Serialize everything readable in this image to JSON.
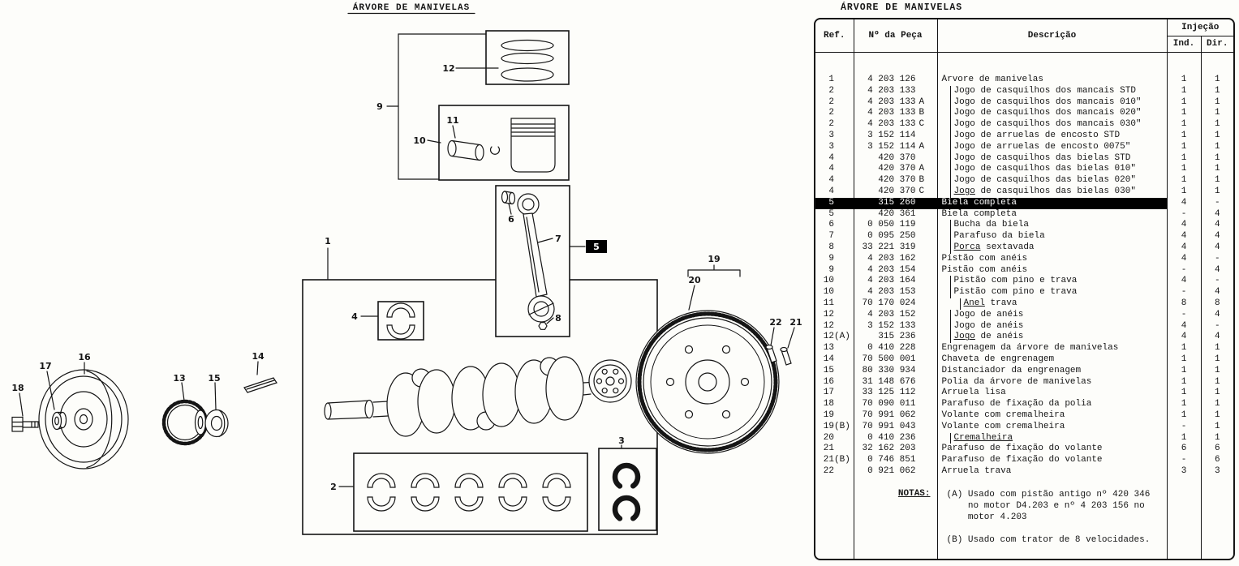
{
  "page": {
    "paper": "#fdfdfa",
    "ink": "#151515",
    "highlight": "#000000"
  },
  "diagram": {
    "title": "ÁRVORE DE MANIVELAS",
    "callouts": [
      "1",
      "2",
      "3",
      "4",
      "5",
      "6",
      "7",
      "8",
      "9",
      "10",
      "11",
      "12",
      "13",
      "14",
      "15",
      "16",
      "17",
      "18",
      "19",
      "20",
      "21",
      "22"
    ]
  },
  "table": {
    "title": "ÁRVORE DE MANIVELAS",
    "headers": {
      "ref": "Ref.",
      "part": "Nº da Peça",
      "desc": "Descrição",
      "inj": "Injeção",
      "ind": "Ind.",
      "dir": "Dir."
    },
    "rows": [
      {
        "ref": "1",
        "rsfx": "",
        "num": "4 203 126",
        "sfx": "",
        "desc": "Árvore de manivelas",
        "ind": "1",
        "dir": "1",
        "indent": 0
      },
      {
        "ref": "2",
        "rsfx": "",
        "num": "4 203 133",
        "sfx": "",
        "desc": "Jogo de casquilhos dos mancais STD",
        "ind": "1",
        "dir": "1",
        "indent": 1
      },
      {
        "ref": "2",
        "rsfx": "",
        "num": "4 203 133",
        "sfx": "A",
        "desc": "Jogo de casquilhos dos mancais 010\"",
        "ind": "1",
        "dir": "1",
        "indent": 1
      },
      {
        "ref": "2",
        "rsfx": "",
        "num": "4 203 133",
        "sfx": "B",
        "desc": "Jogo de casquilhos dos mancais 020\"",
        "ind": "1",
        "dir": "1",
        "indent": 1
      },
      {
        "ref": "2",
        "rsfx": "",
        "num": "4 203 133",
        "sfx": "C",
        "desc": "Jogo de casquilhos dos mancais 030\"",
        "ind": "1",
        "dir": "1",
        "indent": 1
      },
      {
        "ref": "3",
        "rsfx": "",
        "num": "3 152 114",
        "sfx": "",
        "desc": "Jogo de arruelas de encosto STD",
        "ind": "1",
        "dir": "1",
        "indent": 1
      },
      {
        "ref": "3",
        "rsfx": "",
        "num": "3 152 114",
        "sfx": "A",
        "desc": "Jogo de arruelas de encosto 0075\"",
        "ind": "1",
        "dir": "1",
        "indent": 1
      },
      {
        "ref": "4",
        "rsfx": "",
        "num": "420 370",
        "sfx": "",
        "desc": "Jogo de casquilhos das bielas STD",
        "ind": "1",
        "dir": "1",
        "indent": 1
      },
      {
        "ref": "4",
        "rsfx": "",
        "num": "420 370",
        "sfx": "A",
        "desc": "Jogo de casquilhos das bielas 010\"",
        "ind": "1",
        "dir": "1",
        "indent": 1
      },
      {
        "ref": "4",
        "rsfx": "",
        "num": "420 370",
        "sfx": "B",
        "desc": "Jogo de casquilhos das bielas 020\"",
        "ind": "1",
        "dir": "1",
        "indent": 1
      },
      {
        "ref": "4",
        "rsfx": "",
        "num": "420 370",
        "sfx": "C",
        "desc": "Jogo de casquilhos das bielas 030\"",
        "ind": "1",
        "dir": "1",
        "indent": 1,
        "u": true
      },
      {
        "ref": "5",
        "rsfx": "",
        "num": "315 260",
        "sfx": "",
        "desc": "Biela completa",
        "ind": "4",
        "dir": "-",
        "indent": 0,
        "sel": true
      },
      {
        "ref": "5",
        "rsfx": "",
        "num": "420 361",
        "sfx": "",
        "desc": "Biela completa",
        "ind": "-",
        "dir": "4",
        "indent": 0
      },
      {
        "ref": "6",
        "rsfx": "",
        "num": "0 050 119",
        "sfx": "",
        "desc": "Bucha da biela",
        "ind": "4",
        "dir": "4",
        "indent": 1
      },
      {
        "ref": "7",
        "rsfx": "",
        "num": "0 095 250",
        "sfx": "",
        "desc": "Parafuso da biela",
        "ind": "4",
        "dir": "4",
        "indent": 1
      },
      {
        "ref": "8",
        "rsfx": "",
        "num": "33 221 319",
        "sfx": "",
        "desc": "Porca sextavada",
        "ind": "4",
        "dir": "4",
        "indent": 1,
        "u": true
      },
      {
        "ref": "9",
        "rsfx": "",
        "num": "4 203 162",
        "sfx": "",
        "desc": "Pistão com anéis",
        "ind": "4",
        "dir": "-",
        "indent": 0
      },
      {
        "ref": "9",
        "rsfx": "",
        "num": "4 203 154",
        "sfx": "",
        "desc": "Pistão com anéis",
        "ind": "-",
        "dir": "4",
        "indent": 0
      },
      {
        "ref": "10",
        "rsfx": "",
        "num": "4 203 164",
        "sfx": "",
        "desc": "Pistão com pino e trava",
        "ind": "4",
        "dir": "-",
        "indent": 1
      },
      {
        "ref": "10",
        "rsfx": "",
        "num": "4 203 153",
        "sfx": "",
        "desc": "Pistão com pino e trava",
        "ind": "-",
        "dir": "4",
        "indent": 1
      },
      {
        "ref": "11",
        "rsfx": "",
        "num": "70 170 024",
        "sfx": "",
        "desc": "Anel trava",
        "ind": "8",
        "dir": "8",
        "indent": 2,
        "u": true
      },
      {
        "ref": "12",
        "rsfx": "",
        "num": "4 203 152",
        "sfx": "",
        "desc": "Jogo de anéis",
        "ind": "-",
        "dir": "4",
        "indent": 1
      },
      {
        "ref": "12",
        "rsfx": "",
        "num": "3 152 133",
        "sfx": "",
        "desc": "Jogo de anéis",
        "ind": "4",
        "dir": "-",
        "indent": 1
      },
      {
        "ref": "12",
        "rsfx": "(A)",
        "num": "315 236",
        "sfx": "",
        "desc": "Jogo de anéis",
        "ind": "4",
        "dir": "4",
        "indent": 1,
        "u": true
      },
      {
        "ref": "13",
        "rsfx": "",
        "num": "0 410 228",
        "sfx": "",
        "desc": "Engrenagem da árvore de manivelas",
        "ind": "1",
        "dir": "1",
        "indent": 0
      },
      {
        "ref": "14",
        "rsfx": "",
        "num": "70 500 001",
        "sfx": "",
        "desc": "Chaveta de engrenagem",
        "ind": "1",
        "dir": "1",
        "indent": 0
      },
      {
        "ref": "15",
        "rsfx": "",
        "num": "80 330 934",
        "sfx": "",
        "desc": "Distanciador da engrenagem",
        "ind": "1",
        "dir": "1",
        "indent": 0
      },
      {
        "ref": "16",
        "rsfx": "",
        "num": "31 148 676",
        "sfx": "",
        "desc": "Polia da árvore de manivelas",
        "ind": "1",
        "dir": "1",
        "indent": 0
      },
      {
        "ref": "17",
        "rsfx": "",
        "num": "33 125 112",
        "sfx": "",
        "desc": "Arruela lisa",
        "ind": "1",
        "dir": "1",
        "indent": 0
      },
      {
        "ref": "18",
        "rsfx": "",
        "num": "70 090 011",
        "sfx": "",
        "desc": "Parafuso de fixação da polia",
        "ind": "1",
        "dir": "1",
        "indent": 0
      },
      {
        "ref": "19",
        "rsfx": "",
        "num": "70 991 062",
        "sfx": "",
        "desc": "Volante com cremalheira",
        "ind": "1",
        "dir": "1",
        "indent": 0
      },
      {
        "ref": "19",
        "rsfx": "(B)",
        "num": "70 991 043",
        "sfx": "",
        "desc": "Volante com cremalheira",
        "ind": "-",
        "dir": "1",
        "indent": 0
      },
      {
        "ref": "20",
        "rsfx": "",
        "num": "0 410 236",
        "sfx": "",
        "desc": "Cremalheira",
        "ind": "1",
        "dir": "1",
        "indent": 1,
        "u": true
      },
      {
        "ref": "21",
        "rsfx": "",
        "num": "32 162 203",
        "sfx": "",
        "desc": "Parafuso de fixação do volante",
        "ind": "6",
        "dir": "6",
        "indent": 0
      },
      {
        "ref": "21",
        "rsfx": "(B)",
        "num": "0 746 851",
        "sfx": "",
        "desc": "Parafuso de fixação do volante",
        "ind": "-",
        "dir": "6",
        "indent": 0
      },
      {
        "ref": "22",
        "rsfx": "",
        "num": "0 921 062",
        "sfx": "",
        "desc": "Arruela trava",
        "ind": "3",
        "dir": "3",
        "indent": 0
      }
    ],
    "notes_label": "NOTAS:",
    "notes": [
      "(A) Usado com pistão antigo nº 420 346",
      "    no motor D4.203 e nº 4 203 156 no",
      "    motor 4.203",
      "",
      "(B) Usado com trator de 8 velocidades."
    ]
  }
}
